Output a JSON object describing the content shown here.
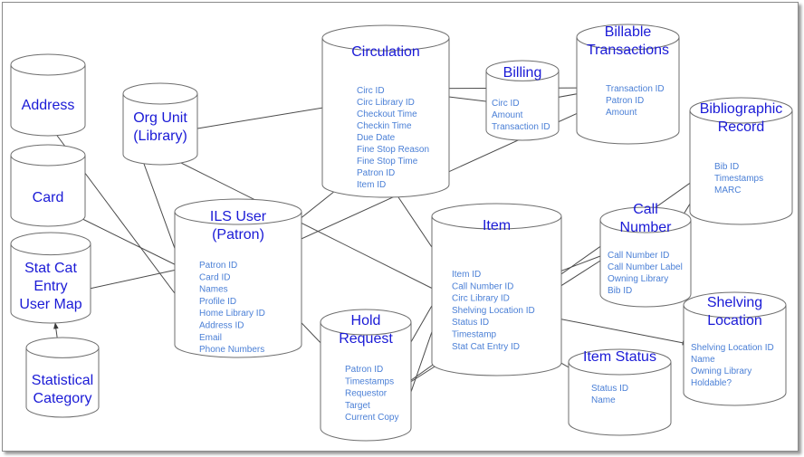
{
  "colors": {
    "title": "#1a1ad6",
    "field": "#4a7fd6",
    "outline": "#6e6e6e",
    "arrow": "#4a4a4a"
  },
  "tables": [
    {
      "id": "address",
      "title": [
        "Address"
      ],
      "fields": []
    },
    {
      "id": "card",
      "title": [
        "Card"
      ],
      "fields": []
    },
    {
      "id": "stat-cat-entry-user-map",
      "title": [
        "Stat Cat",
        "Entry",
        "User Map"
      ],
      "fields": []
    },
    {
      "id": "statistical-category",
      "title": [
        "Statistical",
        "Category"
      ],
      "fields": []
    },
    {
      "id": "org-unit",
      "title": [
        "Org Unit",
        "(Library)"
      ],
      "fields": []
    },
    {
      "id": "ils-user",
      "title": [
        "ILS User",
        "(Patron)"
      ],
      "fields": [
        "Patron ID",
        "Card ID",
        "Names",
        "Profile ID",
        "Home Library ID",
        "Address ID",
        "Email",
        "Phone Numbers"
      ]
    },
    {
      "id": "circulation",
      "title": [
        "Circulation"
      ],
      "fields": [
        "Circ ID",
        "Circ Library ID",
        "Checkout Time",
        "Checkin Time",
        "Due Date",
        "Fine Stop Reason",
        "Fine Stop Time",
        "Patron ID",
        "Item ID"
      ]
    },
    {
      "id": "billing",
      "title": [
        "Billing"
      ],
      "fields": [
        "Circ ID",
        "Amount",
        "Transaction ID"
      ]
    },
    {
      "id": "billable-transactions",
      "title": [
        "Billable",
        "Transactions"
      ],
      "fields": [
        "Transaction ID",
        "Patron ID",
        "Amount"
      ]
    },
    {
      "id": "bibliographic-record",
      "title": [
        "Bibliographic",
        "Record"
      ],
      "fields": [
        "Bib ID",
        "Timestamps",
        "MARC"
      ]
    },
    {
      "id": "item",
      "title": [
        "Item"
      ],
      "fields": [
        "Item ID",
        "Call Number ID",
        "Circ Library ID",
        "Shelving Location ID",
        "Status ID",
        "Timestamp",
        "Stat Cat Entry ID"
      ]
    },
    {
      "id": "call-number",
      "title": [
        "Call",
        "Number"
      ],
      "fields": [
        "Call Number ID",
        "Call Number Label",
        "Owning Library",
        "Bib ID"
      ]
    },
    {
      "id": "hold-request",
      "title": [
        "Hold",
        "Request"
      ],
      "fields": [
        "Patron ID",
        "Timestamps",
        "Requestor",
        "Target",
        "Current Copy"
      ]
    },
    {
      "id": "item-status",
      "title": [
        "Item Status"
      ],
      "fields": [
        "Status ID",
        "Name"
      ]
    },
    {
      "id": "shelving-location",
      "title": [
        "Shelving",
        "Location"
      ],
      "fields": [
        "Shelving Location ID",
        "Name",
        "Owning Library",
        "Holdable?"
      ]
    }
  ]
}
